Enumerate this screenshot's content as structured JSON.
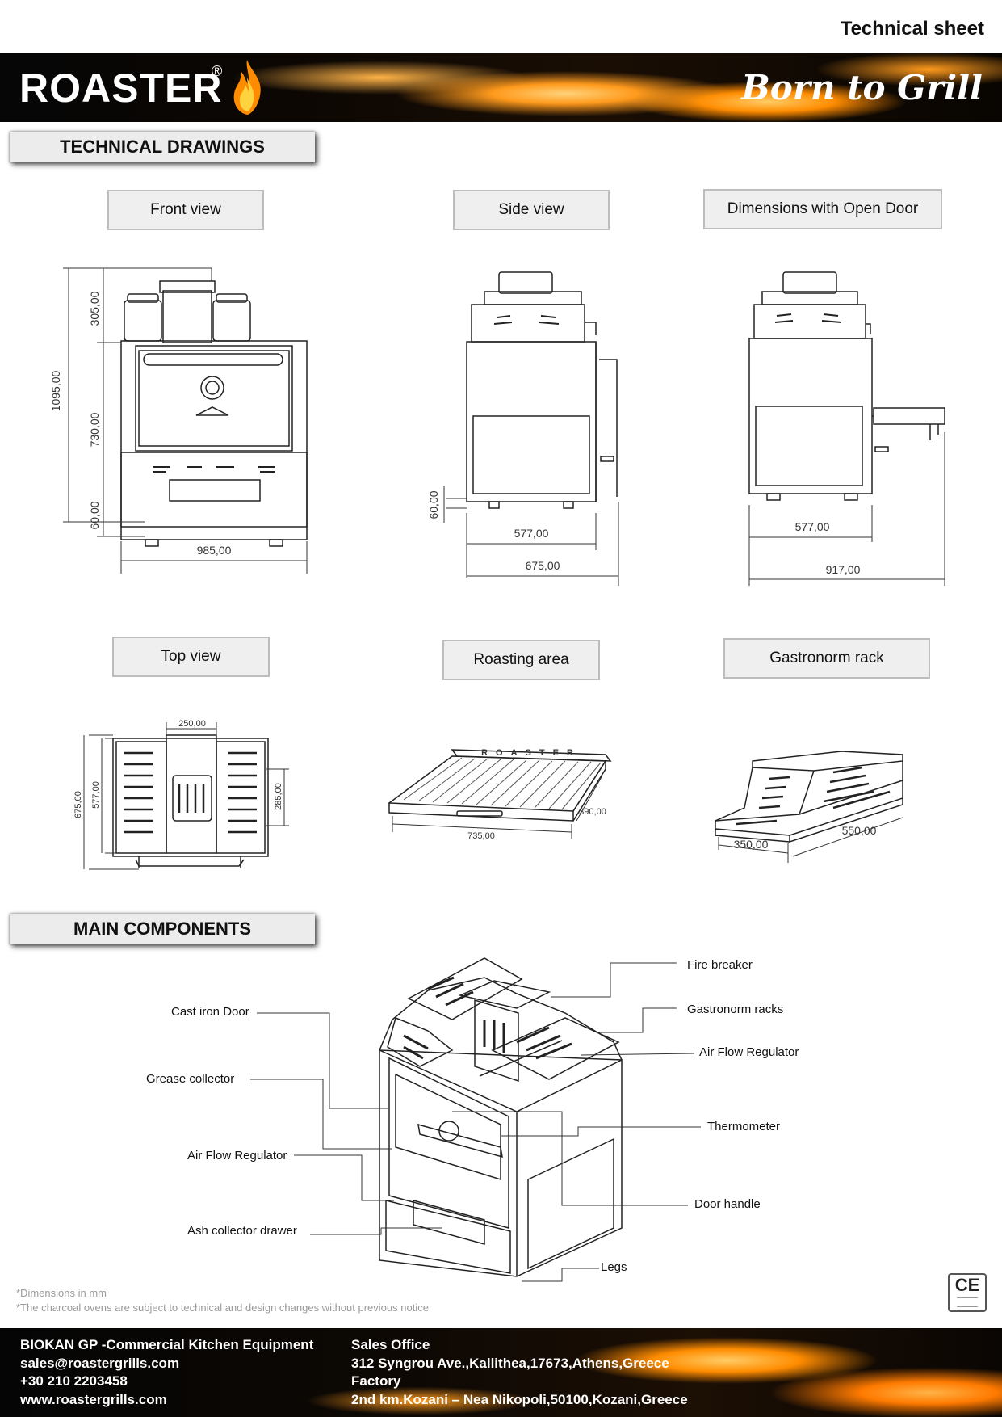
{
  "header": {
    "sheet_title": "Technical sheet",
    "brand": "ROASTER",
    "registered": "®",
    "slogan": "Born to Grill"
  },
  "sections": {
    "drawings": "TECHNICAL DRAWINGS",
    "components": "MAIN COMPONENTS"
  },
  "views": {
    "front": "Front view",
    "side": "Side view",
    "open_door": "Dimensions with Open Door",
    "top": "Top view",
    "roasting": "Roasting area",
    "rack": "Gastronorm rack"
  },
  "dimensions": {
    "front": {
      "top": "305,00",
      "total": "1095,00",
      "body": "730,00",
      "legs": "60,00",
      "width": "985,00"
    },
    "side": {
      "legs": "60,00",
      "depth": "577,00",
      "total_depth": "675,00"
    },
    "open_door": {
      "depth": "577,00",
      "open_depth": "917,00"
    },
    "top": {
      "center": "250,00",
      "depth": "675,00",
      "inner": "577,00",
      "grill": "285,00"
    },
    "roasting": {
      "length": "735,00",
      "width": "390,00",
      "brand_plate": "ROASTER"
    },
    "rack": {
      "length": "550,00",
      "width": "350,00"
    }
  },
  "components": {
    "fire_breaker": "Fire breaker",
    "gastronorm_racks": "Gastronorm racks",
    "air_flow_right": "Air Flow Regulator",
    "thermometer": "Thermometer",
    "door_handle": "Door handle",
    "legs": "Legs",
    "cast_iron_door": "Cast iron Door",
    "grease_collector": "Grease collector",
    "air_flow_left": "Air Flow Regulator",
    "ash_drawer": "Ash collector drawer"
  },
  "notes": {
    "line1": "*Dimensions in mm",
    "line2": "*The charcoal ovens are subject to technical and design changes without previous notice"
  },
  "certification": {
    "mark": "CE"
  },
  "footer": {
    "company": "BIOKAN GP -Commercial Kitchen Equipment",
    "email": "sales@roastergrills.com",
    "phone": "+30 210 2203458",
    "website": "www.roastergrills.com",
    "sales_label": "Sales Office",
    "sales_address": "312 Syngrou Ave.,Kallithea,17673,Athens,Greece",
    "factory_label": "Factory",
    "factory_address": "2nd km.Kozani – Nea Nikopoli,50100,Kozani,Greece"
  },
  "colors": {
    "accent": "#ff8c00",
    "banner_dark": "#0a0603"
  }
}
